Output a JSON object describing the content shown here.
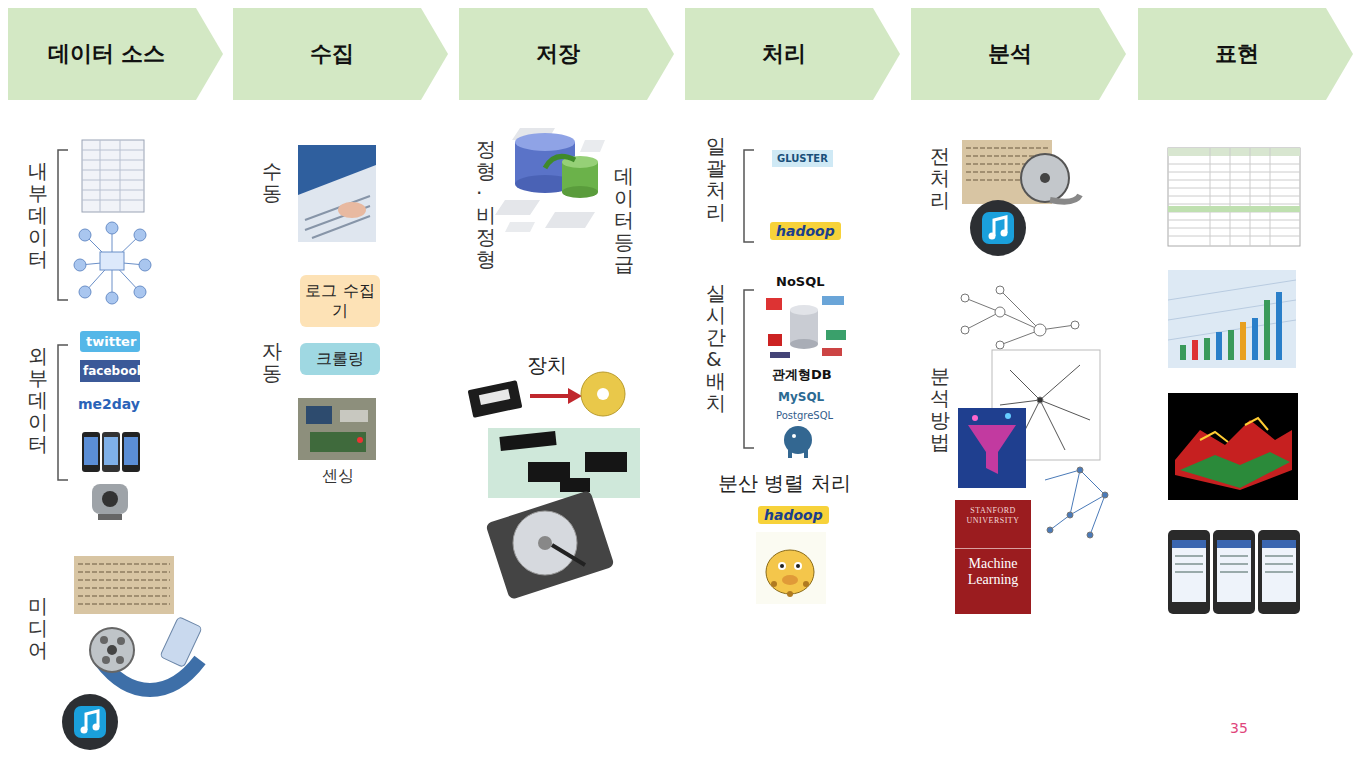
{
  "diagram": {
    "nodes": [
      {
        "text": [
          "데이터 소스"
        ]
      },
      {
        "text": [
          "수집"
        ]
      },
      {
        "text": [
          "저장"
        ]
      },
      {
        "text": [
          "처리"
        ]
      },
      {
        "text": [
          "분석"
        ]
      },
      {
        "text": [
          "표현"
        ]
      },
      {
        "text": [
          "로그 수집기"
        ]
      },
      {
        "text": [
          "크롤링"
        ]
      }
    ],
    "labels": [
      "내부 데이터",
      "twitter",
      "facebook",
      "me2day",
      "외부 데이터",
      "미디어",
      "수동",
      "자동",
      "센싱",
      "정형·비정형",
      "데이터 등급",
      "장치",
      "일괄 처리",
      "GLUSTER",
      "hadoop",
      "실시간 & 배치",
      "NoSQL",
      "관계형DB",
      "MySQL",
      "PostgreSQL",
      "분산 병렬 처리",
      "hadoop",
      "전처리",
      "분석 방법",
      "STANFORD UNIVERSITY",
      "Machine Learning",
      "35"
    ]
  }
}
